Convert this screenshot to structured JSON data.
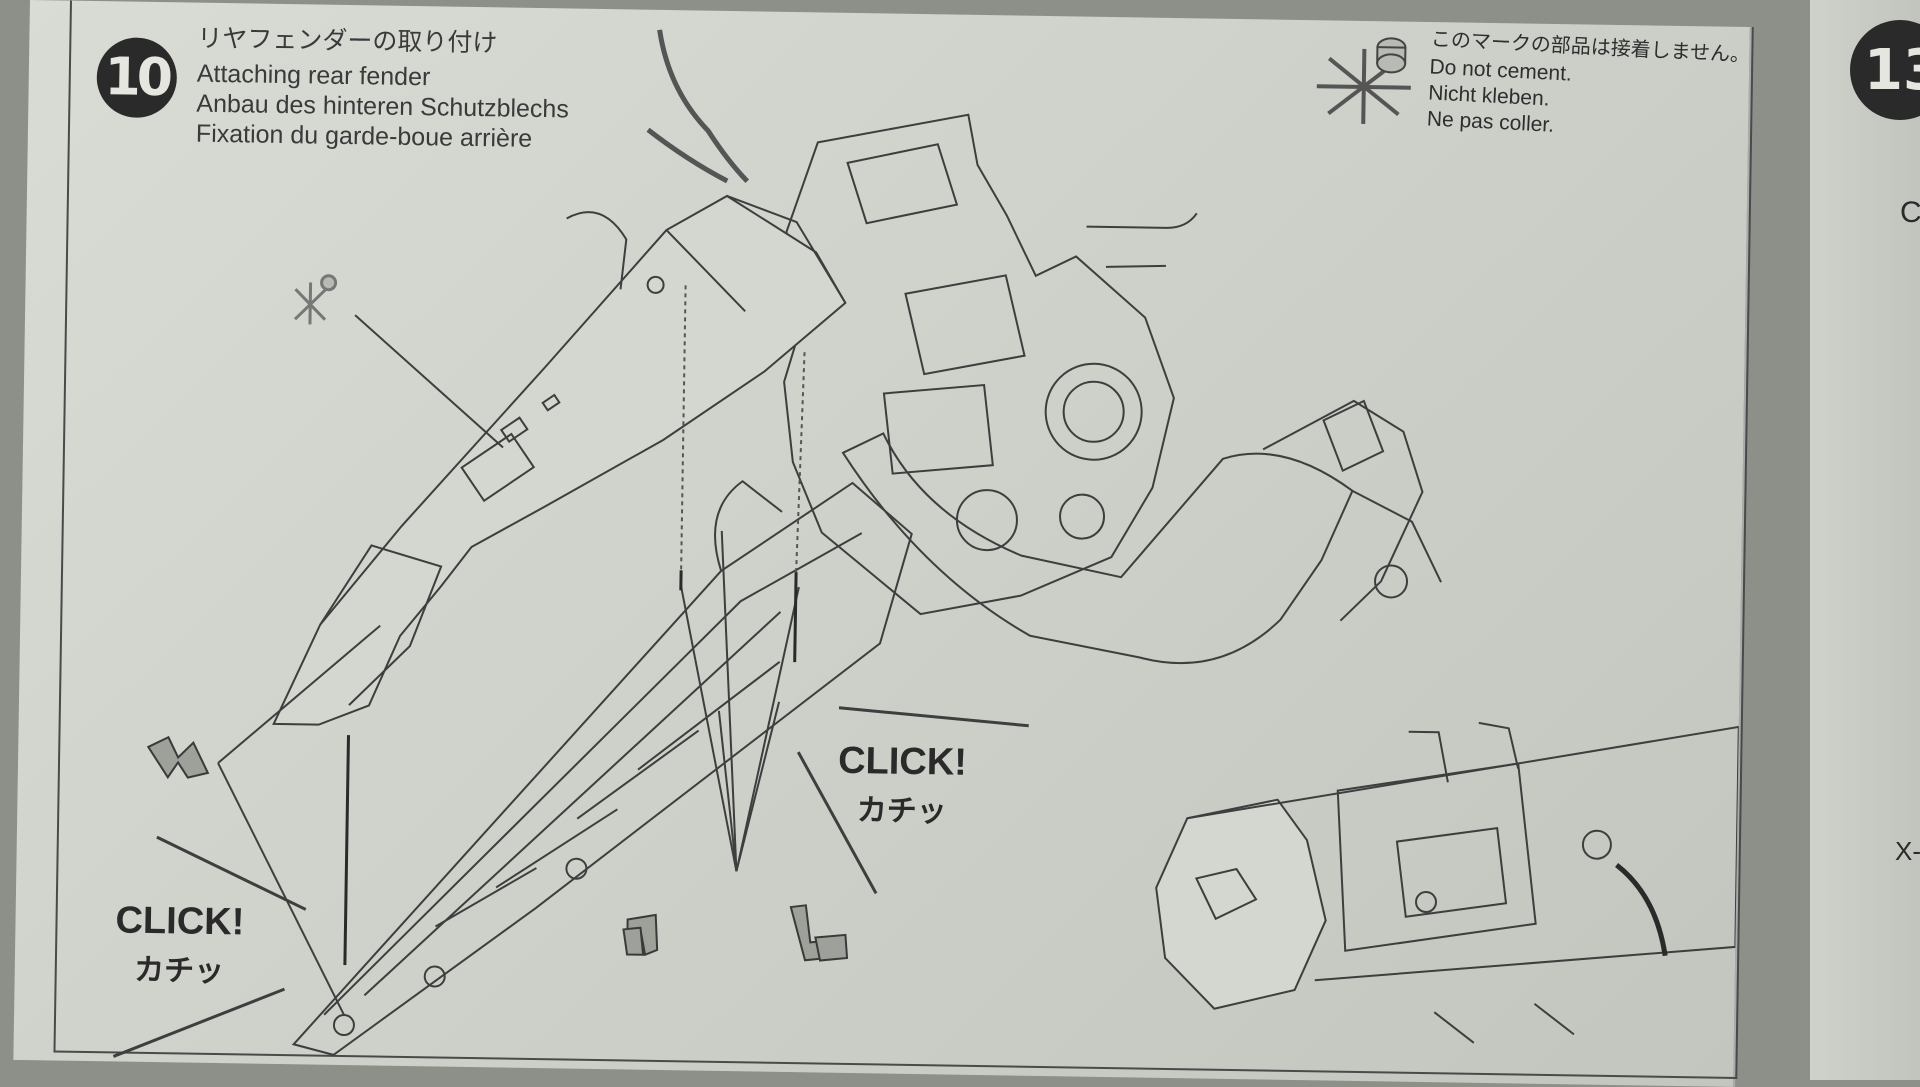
{
  "step": {
    "number": "10",
    "title_ja": "リヤフェンダーの取り付け",
    "title_en": "Attaching rear fender",
    "title_de": "Anbau des hinteren Schutzblechs",
    "title_fr": "Fixation du garde-boue arrière"
  },
  "warning": {
    "ja": "このマークの部品は接着しません。",
    "en": "Do not cement.",
    "de": "Nicht kleben.",
    "fr": "Ne pas coller."
  },
  "callouts": [
    {
      "en": "CLICK!",
      "ja": "カチッ"
    },
    {
      "en": "CLICK!",
      "ja": "カチッ"
    }
  ],
  "next_page": {
    "step_number_partial": "13",
    "edge_text_1": "C",
    "edge_text_2": "X-"
  },
  "icons": [
    "no-cement-icon",
    "no-cement-small-icon",
    "push-arrow-icon",
    "clip-part-icon"
  ]
}
